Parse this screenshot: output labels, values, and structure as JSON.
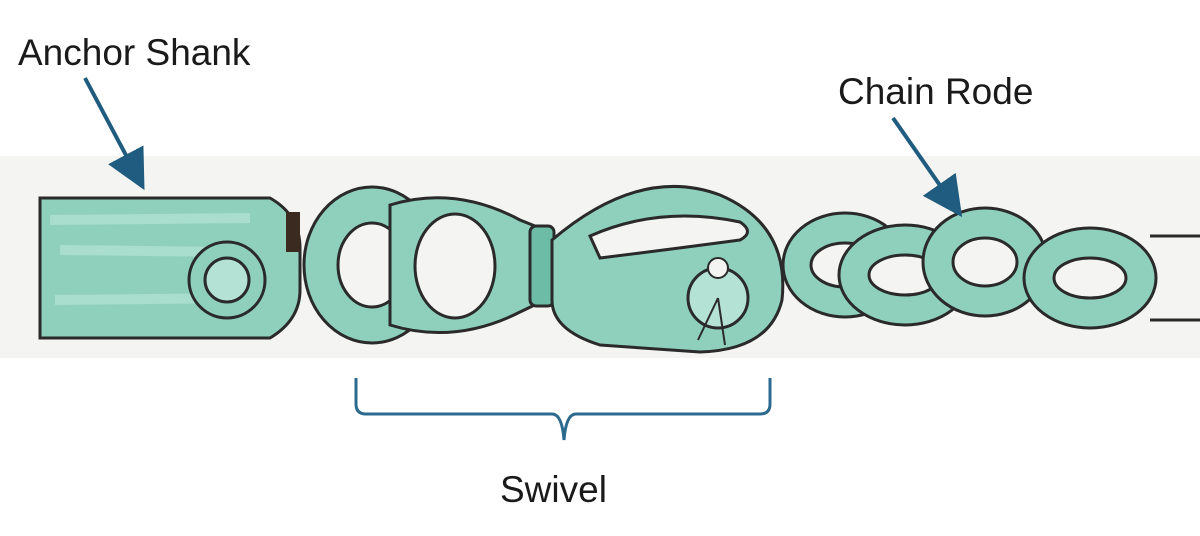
{
  "labels": {
    "anchor_shank": "Anchor Shank",
    "chain_rode": "Chain Rode",
    "swivel": "Swivel"
  },
  "colors": {
    "metal_fill": "#8fd0bd",
    "metal_fill_light": "#b4e2d4",
    "metal_shade": "#6cbca6",
    "outline": "#2a2a2a",
    "arrow": "#1f5c80",
    "brace": "#2c6a8f",
    "background_band": "#f4f4f2"
  },
  "callouts": [
    {
      "name": "anchor-shank-arrow",
      "target": "anchor-shank"
    },
    {
      "name": "chain-rode-arrow",
      "target": "chain-rode"
    }
  ]
}
